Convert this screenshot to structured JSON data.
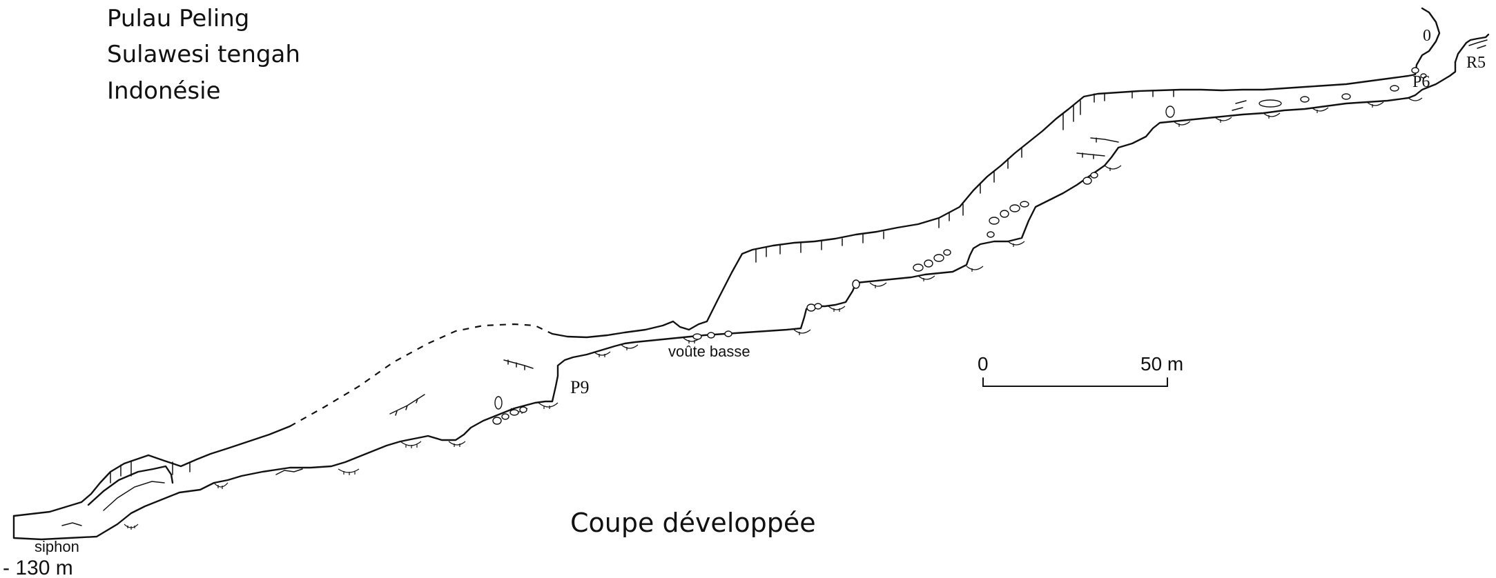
{
  "location": {
    "line1": "Pulau Peling",
    "line2": "Sulawesi tengah",
    "line3": "Indonésie"
  },
  "title": "Coupe développée",
  "labels": {
    "entrance": "0",
    "r5": "R5",
    "p6": "P6",
    "p9": "P9",
    "voute": "voûte basse",
    "siphon": "siphon",
    "depth": "- 130 m"
  },
  "scale": {
    "start": "0",
    "end": "50 m"
  },
  "colors": {
    "ink": "#111111",
    "paper": "#ffffff"
  }
}
